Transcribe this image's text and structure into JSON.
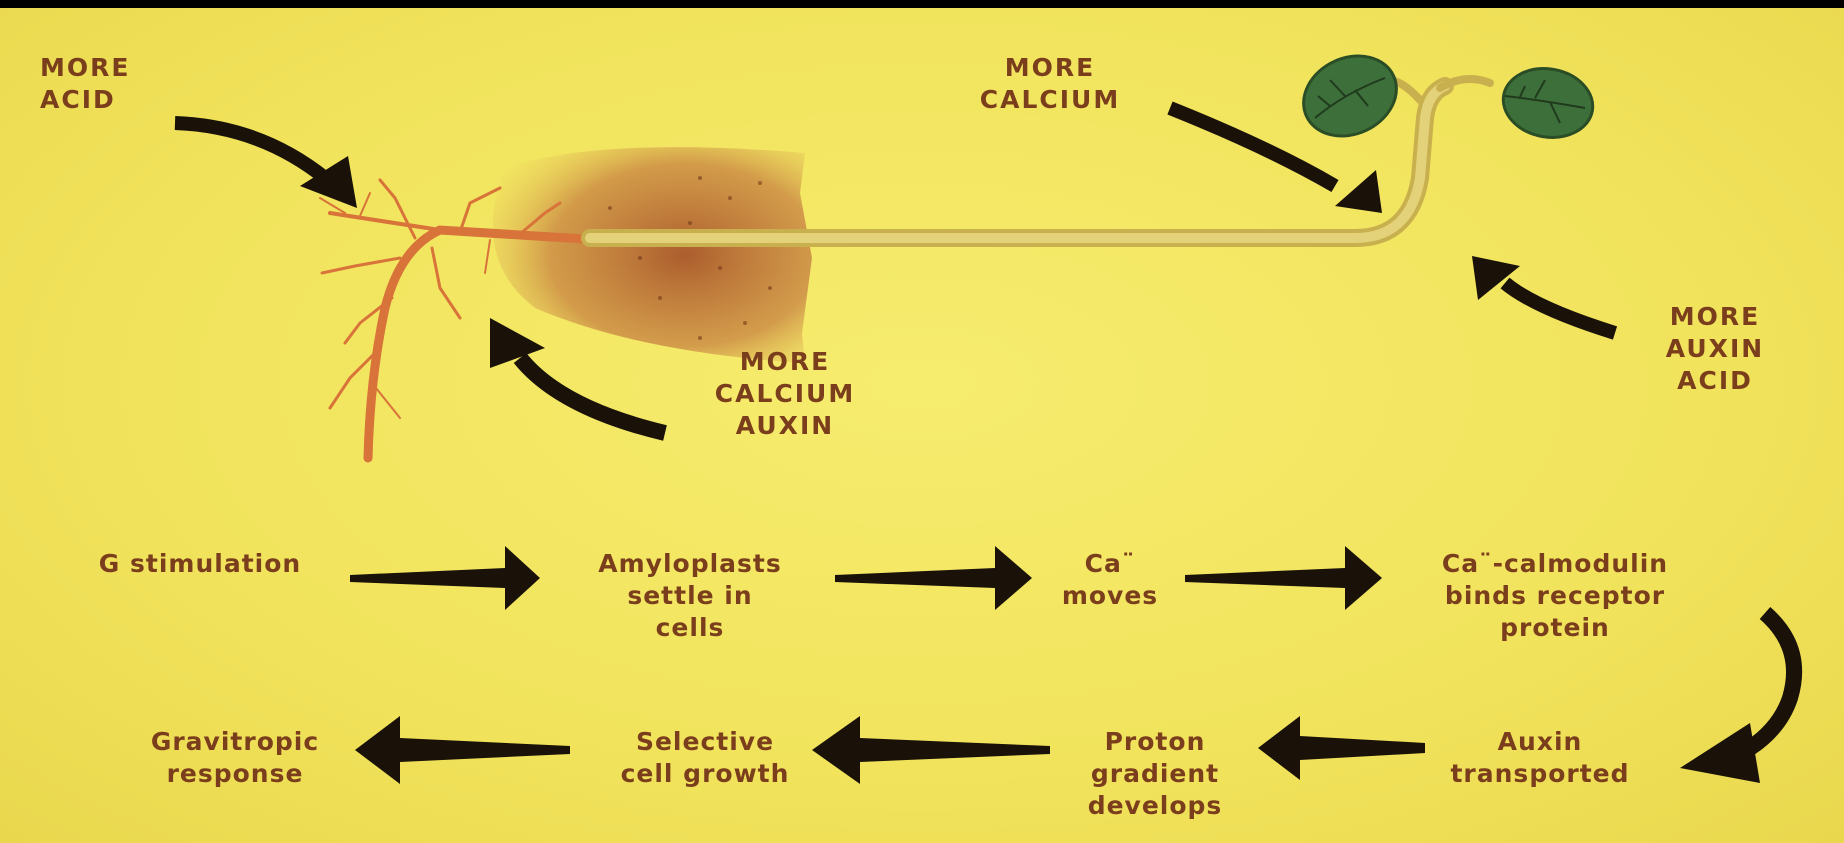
{
  "colors": {
    "background": "#f3e660",
    "text": "#7a3e1c",
    "arrow": "#1a1208",
    "root": "#d8733a",
    "soil": "#b3622e",
    "stem": "#d7c25c",
    "leaf": "#3d6f3a"
  },
  "annotations": {
    "acid_top": [
      "MORE",
      "ACID"
    ],
    "calcium_top": [
      "MORE",
      "CALCIUM"
    ],
    "calcium_auxin": [
      "MORE",
      "CALCIUM",
      "AUXIN"
    ],
    "auxin_acid": [
      "MORE",
      "AUXIN",
      "ACID"
    ]
  },
  "flow": {
    "row1": [
      [
        "G stimulation"
      ],
      [
        "Amyloplasts",
        "settle in",
        "cells"
      ],
      [
        "Ca¨",
        "moves"
      ],
      [
        "Ca¨-calmodulin",
        "binds receptor",
        "protein"
      ]
    ],
    "row2": [
      [
        "Auxin",
        "transported"
      ],
      [
        "Proton",
        "gradient",
        "develops"
      ],
      [
        "Selective",
        "cell growth"
      ],
      [
        "Gravitropic",
        "response"
      ]
    ]
  }
}
